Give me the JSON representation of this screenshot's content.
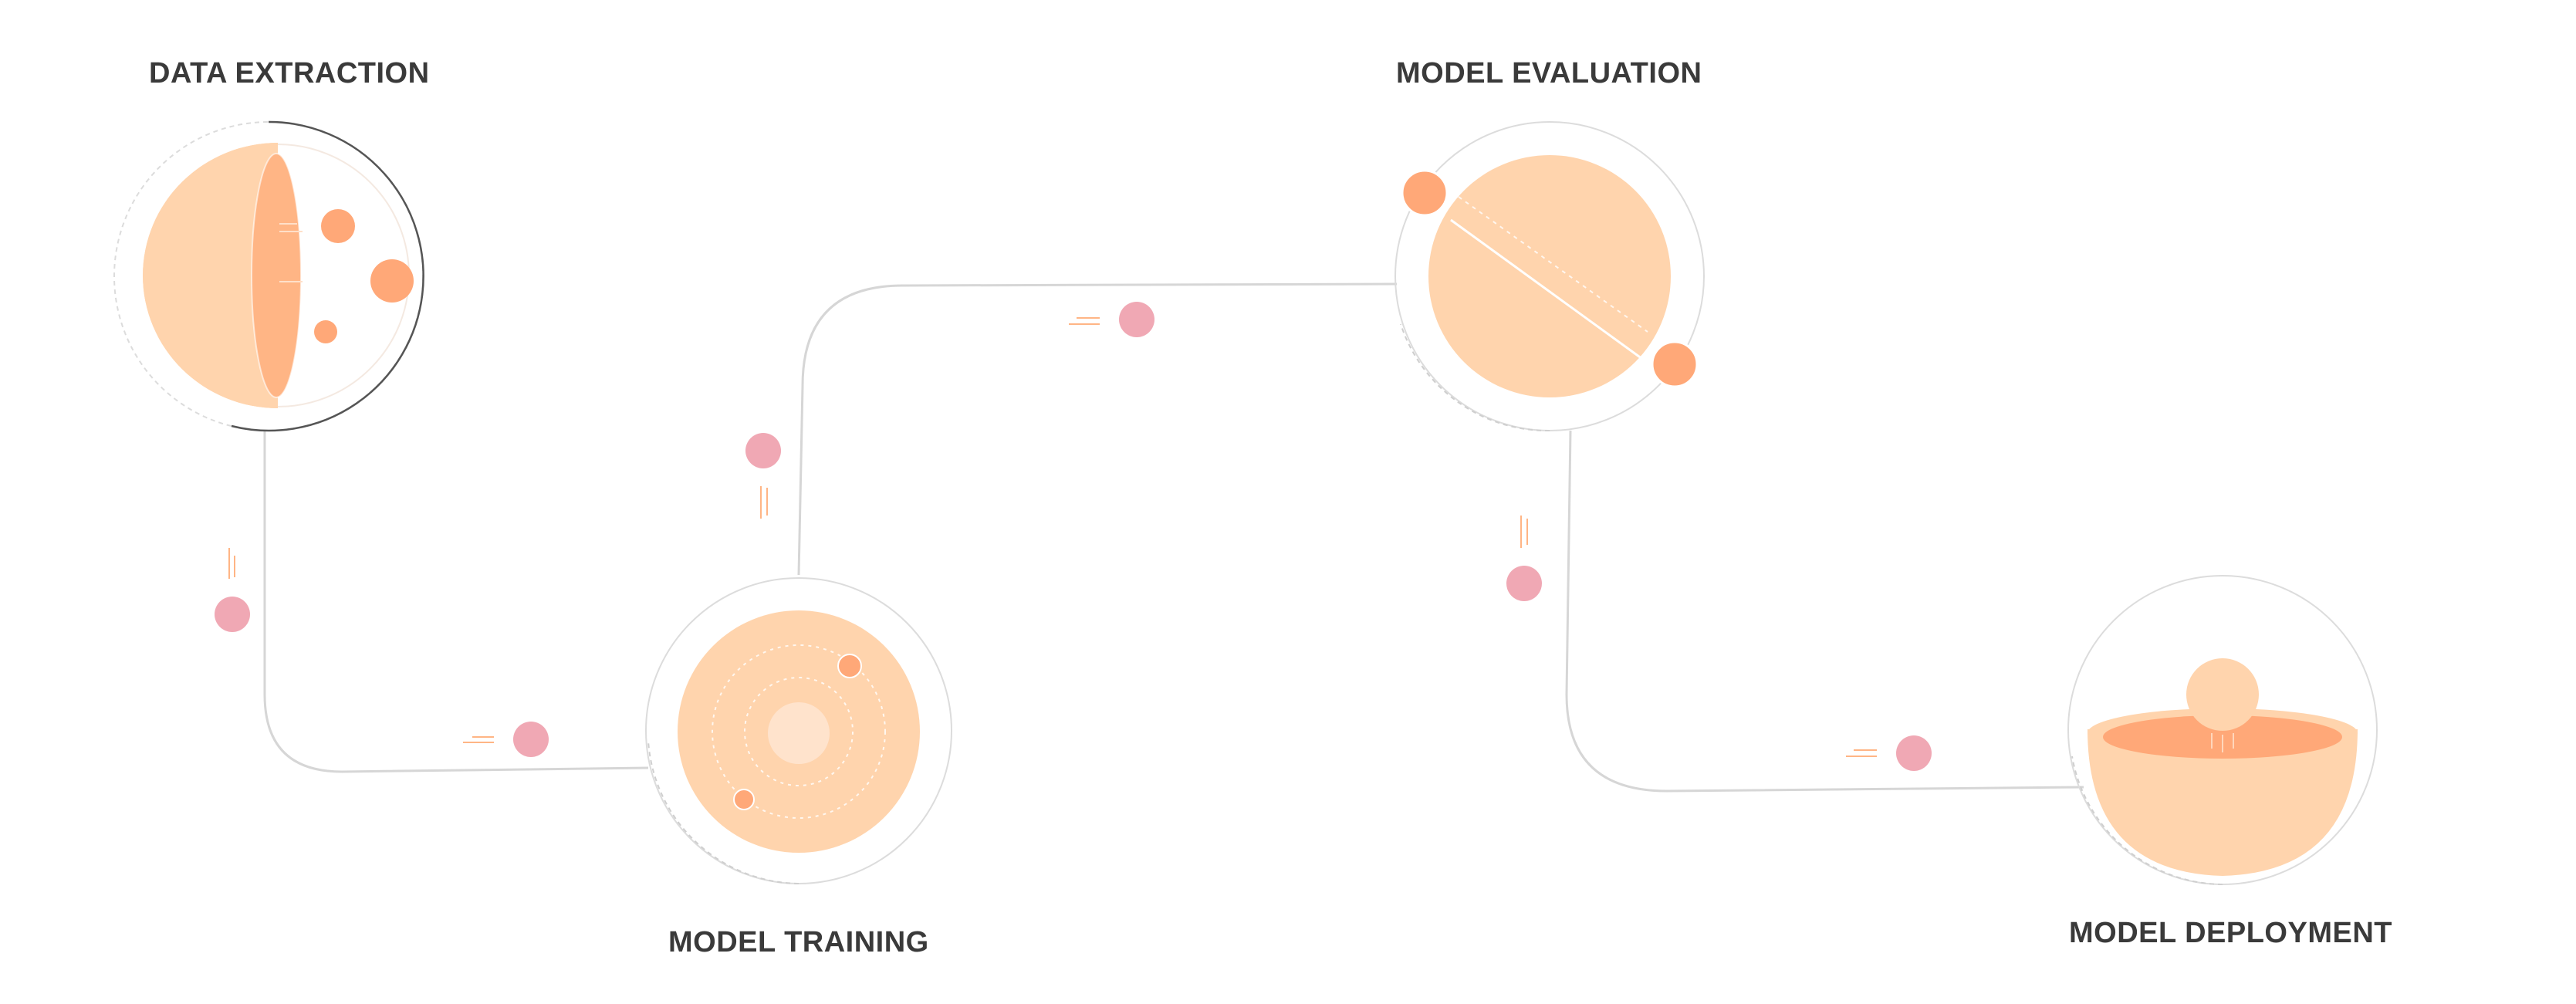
{
  "diagram": {
    "type": "pipeline-flow",
    "stages": [
      {
        "id": "extraction",
        "label": "DATA EXTRACTION",
        "icon": "half-sphere-split-icon"
      },
      {
        "id": "training",
        "label": "MODEL TRAINING",
        "icon": "orbiting-sphere-icon"
      },
      {
        "id": "evaluation",
        "label": "MODEL EVALUATION",
        "icon": "sliced-sphere-icon"
      },
      {
        "id": "deployment",
        "label": "MODEL DEPLOYMENT",
        "icon": "bowl-with-ball-icon"
      }
    ],
    "flow_order": [
      "extraction",
      "training",
      "evaluation",
      "deployment"
    ]
  },
  "colors": {
    "peach_light": "#FFD4AD",
    "peach_mid": "#FFB585",
    "peach_dark": "#FFA878",
    "pink_dot": "#F0A8B4",
    "connector": "#d6d6d6",
    "ring": "#dcdcdc",
    "label": "#3a3a3a"
  }
}
